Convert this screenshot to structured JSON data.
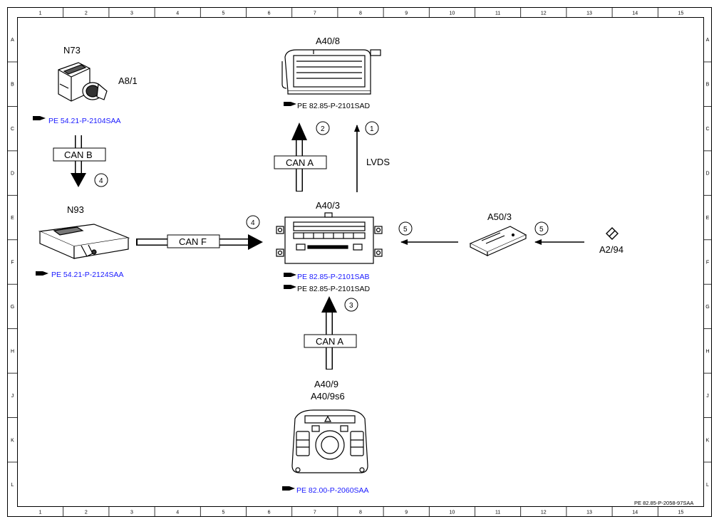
{
  "grid": {
    "columns": [
      "1",
      "2",
      "3",
      "4",
      "5",
      "6",
      "7",
      "8",
      "9",
      "10",
      "11",
      "12",
      "13",
      "14",
      "15"
    ],
    "rows": [
      "A",
      "B",
      "C",
      "D",
      "E",
      "F",
      "G",
      "H",
      "J",
      "K",
      "L"
    ]
  },
  "components": {
    "n73": {
      "label": "N73",
      "sublabel": "A8/1",
      "ref": "PE 54.21-P-2104SAA"
    },
    "a40_8": {
      "label": "A40/8",
      "ref": "PE 82.85-P-2101SAD"
    },
    "n93": {
      "label": "N93",
      "ref": "PE 54.21-P-2124SAA"
    },
    "a40_3": {
      "label": "A40/3",
      "ref1": "PE 82.85-P-2101SAB",
      "ref2": "PE 82.85-P-2101SAD"
    },
    "a50_3": {
      "label": "A50/3"
    },
    "a2_94": {
      "label": "A2/94"
    },
    "a40_9": {
      "label": "A40/9",
      "sublabel": "A40/9s6",
      "ref": "PE 82.00-P-2060SAA"
    }
  },
  "connections": {
    "can_b": {
      "label": "CAN B",
      "step": "4"
    },
    "can_a_top": {
      "label": "CAN A",
      "step": "2"
    },
    "lvds": {
      "label": "LVDS",
      "step": "1"
    },
    "can_f": {
      "label": "CAN F",
      "step": "4"
    },
    "a50_to_a40": {
      "step": "5"
    },
    "a2_to_a50": {
      "step": "5"
    },
    "can_a_bottom": {
      "label": "CAN A",
      "step": "3"
    }
  },
  "footer": {
    "doc_id": "PE 82.85-P-2058-97SAA"
  },
  "colors": {
    "link": "#1a1aff",
    "line": "#000000"
  }
}
